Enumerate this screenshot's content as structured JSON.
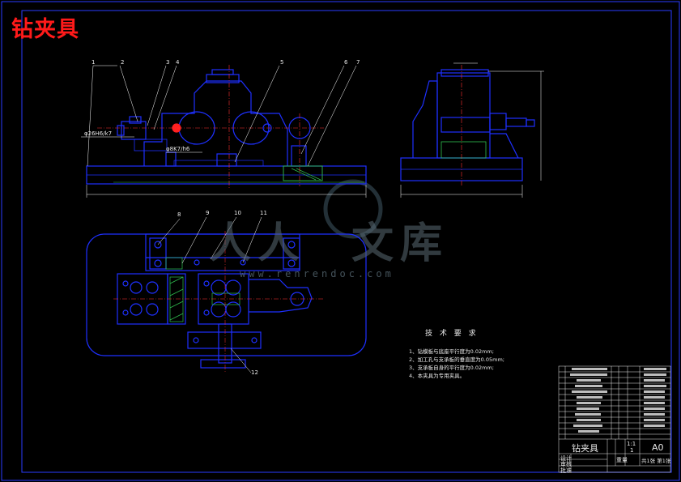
{
  "title": "钻夹具",
  "watermark": {
    "chars": [
      "人",
      "人",
      "文",
      "库"
    ],
    "url": "www.renrendoc.com"
  },
  "tech_requirements": {
    "heading": "技 术 要 求",
    "items": [
      "1、钻模板与底座平行度为0.02mm;",
      "2、加工孔与支承板的垂直度为0.05mm;",
      "3、支承板自身的平行度为0.02mm;",
      "4、本夹具为专用夹具。"
    ]
  },
  "balloons": [
    "1",
    "2",
    "3",
    "4",
    "5",
    "6",
    "7",
    "8",
    "9",
    "10",
    "11",
    "12"
  ],
  "dimensions": {
    "fit_1": "φ26H6/k7",
    "fit_2": "φ8K7/h6"
  },
  "title_block": {
    "name": "钻夹具",
    "scale": "1:1",
    "sheet": "A0",
    "count": "1",
    "weight": "重量",
    "design": "设计",
    "check": "审核",
    "approve": "批准",
    "sheets_of": "共1张 第1张"
  },
  "colors": {
    "background": "#000000",
    "outline": "#1e30ff",
    "leader": "#ffffff",
    "title": "#ff1a1a",
    "border": "#2a3bff"
  }
}
